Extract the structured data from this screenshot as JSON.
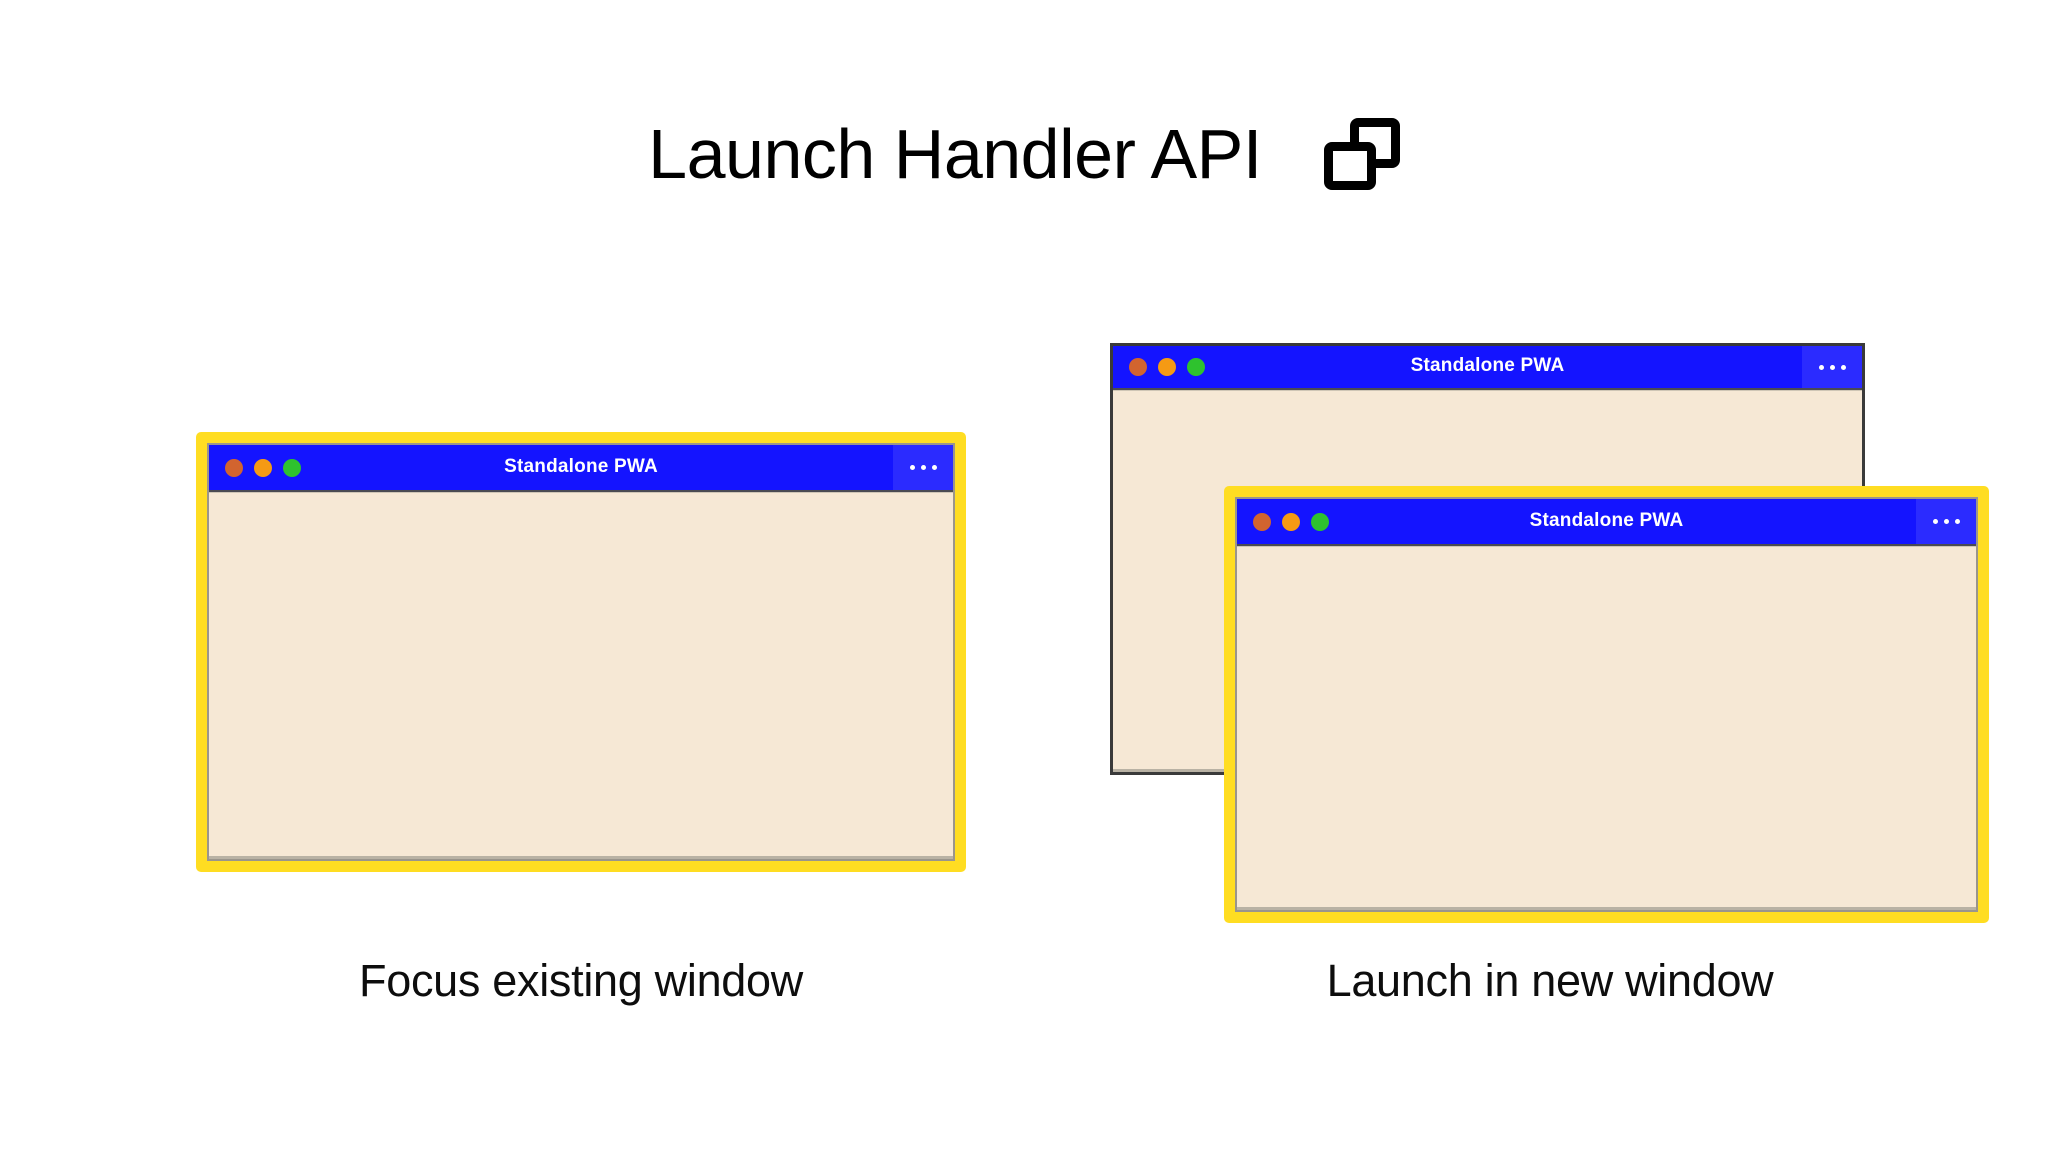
{
  "page": {
    "title": "Launch Handler API",
    "title_icon": "multi-window-icon",
    "background_color": "#ffffff"
  },
  "colors": {
    "title_bar_blue": "#1414FF",
    "menu_button_blue": "#2B2BFF",
    "window_body_cream": "#F6E8D5",
    "highlight_yellow": "#FFDD22",
    "plain_border_gray": "#3a3a3a",
    "dot_close": "#D2642F",
    "dot_minimize": "#F59A14",
    "dot_maximize": "#2EC22E",
    "text_black": "#000000",
    "title_bar_text": "#ffffff"
  },
  "panels": [
    {
      "id": "focus-existing",
      "caption": "Focus existing window",
      "windows": [
        {
          "id": "focus-existing-window",
          "titlebar_text": "Standalone PWA",
          "highlighted": true,
          "menu_label": "…",
          "traffic_lights": [
            "close",
            "minimize",
            "maximize"
          ]
        }
      ]
    },
    {
      "id": "launch-new",
      "caption": "Launch in new window",
      "windows": [
        {
          "id": "existing-window-background",
          "titlebar_text": "Standalone PWA",
          "highlighted": false,
          "menu_label": "…",
          "traffic_lights": [
            "close",
            "minimize",
            "maximize"
          ]
        },
        {
          "id": "new-window-foreground",
          "titlebar_text": "Standalone PWA",
          "highlighted": true,
          "menu_label": "…",
          "traffic_lights": [
            "close",
            "minimize",
            "maximize"
          ]
        }
      ]
    }
  ]
}
